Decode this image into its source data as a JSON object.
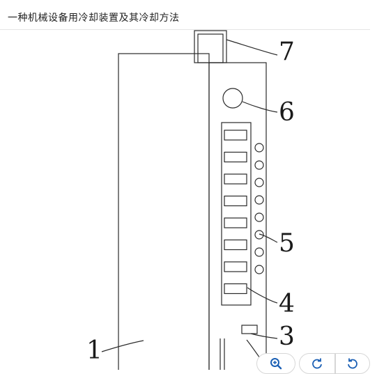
{
  "page": {
    "title": "一种机械设备用冷却装置及其冷却方法"
  },
  "figure": {
    "labels": {
      "n1": "1",
      "n3": "3",
      "n4": "4",
      "n5": "5",
      "n6": "6",
      "n7": "7"
    },
    "slot_count": 8,
    "indicator_count": 8
  },
  "controls": {
    "zoom_in_icon": "zoom-in-magnifier",
    "rotate_cw_icon": "rotate-clockwise-arrow",
    "rotate_ccw_icon": "rotate-counterclockwise-arrow",
    "accent": "#1a5fb4"
  }
}
